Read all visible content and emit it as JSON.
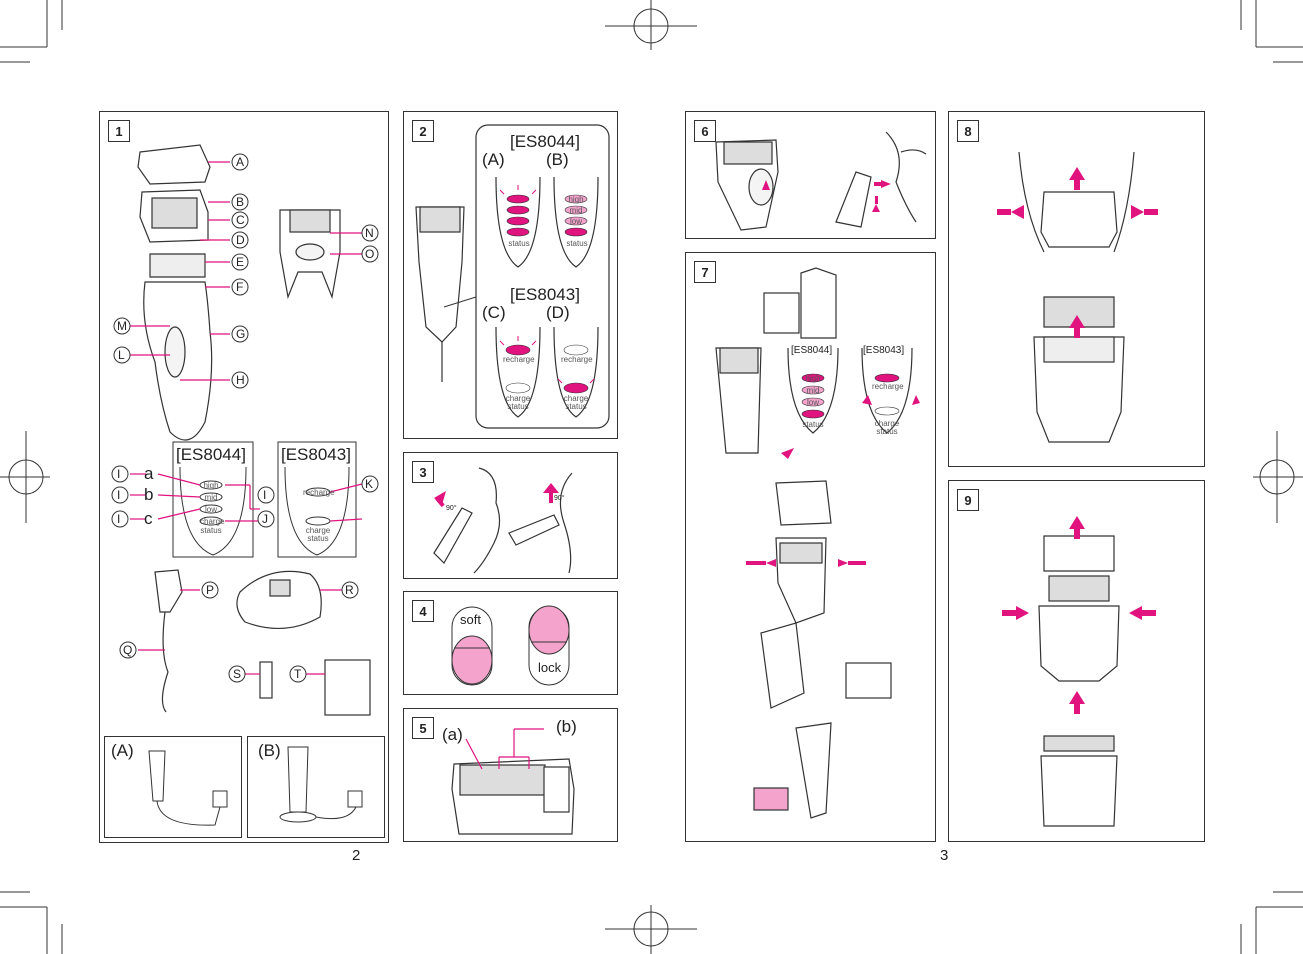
{
  "page_numbers": {
    "left": "2",
    "right": "3"
  },
  "panels": {
    "p1": {
      "num": "1"
    },
    "p2": {
      "num": "2"
    },
    "p3": {
      "num": "3"
    },
    "p4": {
      "num": "4"
    },
    "p5": {
      "num": "5"
    },
    "p6": {
      "num": "6"
    },
    "p7": {
      "num": "7"
    },
    "p8": {
      "num": "8"
    },
    "p9": {
      "num": "9"
    }
  },
  "part_labels": [
    "A",
    "B",
    "C",
    "D",
    "E",
    "F",
    "G",
    "H",
    "M",
    "L",
    "N",
    "O",
    "P",
    "Q",
    "R",
    "S",
    "T",
    "K",
    "J",
    "I"
  ],
  "panel1": {
    "model_a": "[ES8044]",
    "model_b": "[ES8043]",
    "row_letters": [
      "a",
      "b",
      "c"
    ],
    "row_marker": "I",
    "sub_a": "(A)",
    "sub_b": "(B)"
  },
  "indicator": {
    "high": "high",
    "mid": "mid",
    "low": "low",
    "charge": "charge",
    "status": "status",
    "recharge": "recharge",
    "charge_status_1": "charge",
    "charge_status_2": "status"
  },
  "panel2": {
    "model_top": "[ES8044]",
    "model_bottom": "[ES8043]",
    "a": "(A)",
    "b": "(B)",
    "c": "(C)",
    "d": "(D)"
  },
  "panel3": {
    "angle_1": "90°",
    "angle_2": "90°"
  },
  "panel4": {
    "soft": "soft",
    "lock": "lock"
  },
  "panel5": {
    "a": "(a)",
    "b": "(b)"
  },
  "panel7": {
    "model_a": "[ES8044]",
    "model_b": "[ES8043]"
  },
  "colors": {
    "accent": "#e0137f",
    "pink_fill": "#f4a3cc",
    "line": "#333333"
  }
}
